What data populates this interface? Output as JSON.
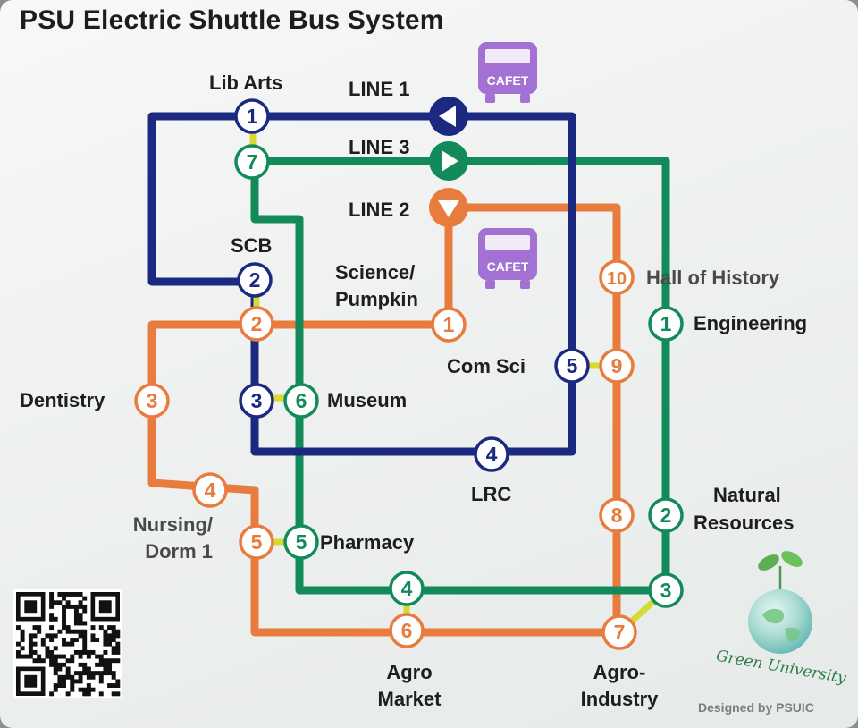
{
  "title": "PSU Electric Shuttle Bus System",
  "credit": "Designed by PSUIC",
  "logo_text": "Green University",
  "cafet_label": "CAFET",
  "colors": {
    "line1": "#1b2a80",
    "line2": "#e87c3e",
    "line3": "#128a5a",
    "transfer": "#d7d934",
    "cafet": "#a271d3"
  },
  "lines": [
    {
      "id": "line1",
      "label": "LINE 1",
      "direction": "left",
      "color": "#1b2a80"
    },
    {
      "id": "line3",
      "label": "LINE 3",
      "direction": "right",
      "color": "#128a5a"
    },
    {
      "id": "line2",
      "label": "LINE 2",
      "direction": "down",
      "color": "#e87c3e"
    }
  ],
  "stops": [
    {
      "key": "l1s1",
      "line": "line1",
      "number": "1"
    },
    {
      "key": "l1s2",
      "line": "line1",
      "number": "2"
    },
    {
      "key": "l1s3",
      "line": "line1",
      "number": "3"
    },
    {
      "key": "l1s4",
      "line": "line1",
      "number": "4"
    },
    {
      "key": "l1s5",
      "line": "line1",
      "number": "5"
    },
    {
      "key": "l2s1",
      "line": "line2",
      "number": "1"
    },
    {
      "key": "l2s2",
      "line": "line2",
      "number": "2"
    },
    {
      "key": "l2s3",
      "line": "line2",
      "number": "3"
    },
    {
      "key": "l2s4",
      "line": "line2",
      "number": "4"
    },
    {
      "key": "l2s5",
      "line": "line2",
      "number": "5"
    },
    {
      "key": "l2s6",
      "line": "line2",
      "number": "6"
    },
    {
      "key": "l2s7",
      "line": "line2",
      "number": "7"
    },
    {
      "key": "l2s8",
      "line": "line2",
      "number": "8"
    },
    {
      "key": "l2s9",
      "line": "line2",
      "number": "9"
    },
    {
      "key": "l2s10",
      "line": "line2",
      "number": "10"
    },
    {
      "key": "l3s1",
      "line": "line3",
      "number": "1"
    },
    {
      "key": "l3s2",
      "line": "line3",
      "number": "2"
    },
    {
      "key": "l3s3",
      "line": "line3",
      "number": "3"
    },
    {
      "key": "l3s4",
      "line": "line3",
      "number": "4"
    },
    {
      "key": "l3s5",
      "line": "line3",
      "number": "5"
    },
    {
      "key": "l3s6",
      "line": "line3",
      "number": "6"
    },
    {
      "key": "l3s7",
      "line": "line3",
      "number": "7"
    }
  ],
  "place_labels": [
    {
      "key": "lib_arts",
      "lines": [
        "Lib Arts"
      ]
    },
    {
      "key": "scb",
      "lines": [
        "SCB"
      ]
    },
    {
      "key": "science_pumpkin",
      "lines": [
        "Science/",
        "Pumpkin"
      ]
    },
    {
      "key": "dentistry",
      "lines": [
        "Dentistry"
      ]
    },
    {
      "key": "nursing",
      "lines": [
        "Nursing/",
        "Dorm 1"
      ]
    },
    {
      "key": "museum",
      "lines": [
        "Museum"
      ]
    },
    {
      "key": "pharmacy",
      "lines": [
        "Pharmacy"
      ]
    },
    {
      "key": "com_sci",
      "lines": [
        "Com Sci"
      ]
    },
    {
      "key": "lrc",
      "lines": [
        "LRC"
      ]
    },
    {
      "key": "hall_of_history",
      "lines": [
        "Hall of History"
      ]
    },
    {
      "key": "engineering",
      "lines": [
        "Engineering"
      ]
    },
    {
      "key": "natural_resources",
      "lines": [
        "Natural",
        "Resources"
      ]
    },
    {
      "key": "agro_market",
      "lines": [
        "Agro",
        "Market"
      ]
    },
    {
      "key": "agro_industry",
      "lines": [
        "Agro-",
        "Industry"
      ]
    }
  ]
}
